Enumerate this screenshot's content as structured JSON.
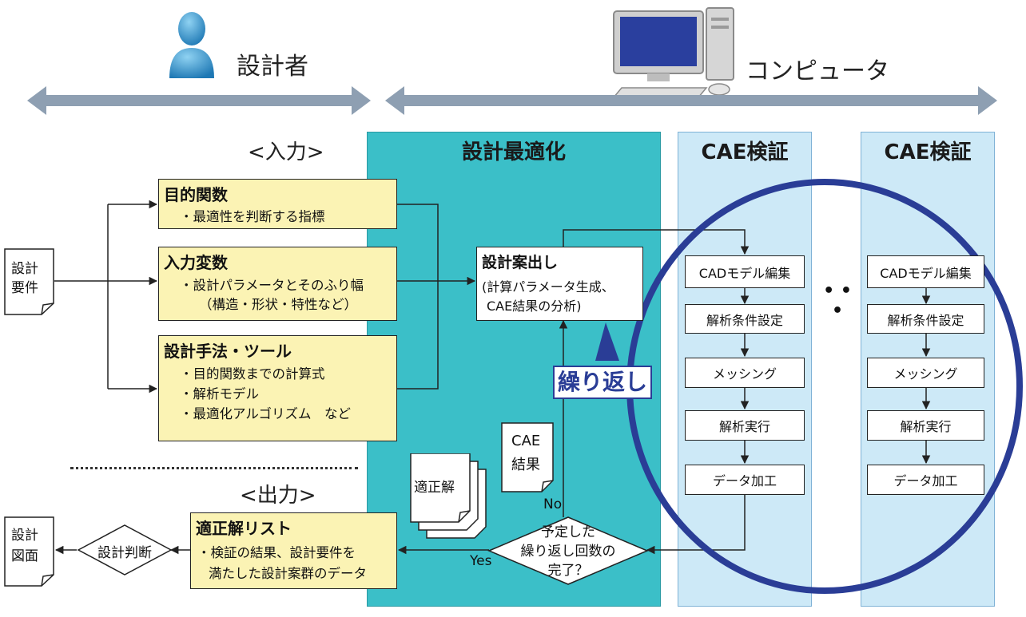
{
  "header": {
    "designer_label": "設計者",
    "computer_label": "コンピュータ"
  },
  "sections": {
    "input_label": "<入力>",
    "output_label": "<出力>"
  },
  "columns": {
    "optimization_title": "設計最適化",
    "cae_titles": [
      "CAE検証",
      "CAE検証"
    ]
  },
  "left_docs": {
    "requirements": [
      "設計",
      "要件"
    ],
    "drawings": [
      "設計",
      "図面"
    ]
  },
  "inputs": [
    {
      "title": "目的関数",
      "lines": [
        "・最適性を判断する指標"
      ]
    },
    {
      "title": "入力変数",
      "lines": [
        "・設計パラメータとそのふり幅",
        "（構造・形状・特性など）"
      ]
    },
    {
      "title": "設計手法・ツール",
      "lines": [
        "・目的関数までの計算式",
        "・解析モデル",
        "・最適化アルゴリズム　など"
      ]
    }
  ],
  "output": {
    "title": "適正解リスト",
    "lines": [
      "・検証の結果、設計要件を",
      "満たした設計案群のデータ"
    ]
  },
  "judgement": "設計判断",
  "proposal": {
    "title": "設計案出し",
    "lines": [
      "(計算パラメータ生成、",
      "CAE結果の分析)"
    ]
  },
  "cae_result_doc": [
    "CAE",
    "結果"
  ],
  "solutions_doc": "適正解",
  "decision": [
    "予定した",
    "繰り返し回数の",
    "完了？"
  ],
  "decision_yes": "Yes",
  "decision_no": "No",
  "loop_label": "繰り返し",
  "cae_steps": [
    "CADモデル編集",
    "解析条件設定",
    "メッシング",
    "解析実行",
    "データ加工"
  ],
  "ellipsis": "• • •",
  "colors": {
    "teal": "#3bbfc8",
    "light_blue": "#cde9f7",
    "input_yellow": "#fbf3b4",
    "loop_blue": "#2a3d96",
    "arrow_gray": "#8e9fb2"
  }
}
